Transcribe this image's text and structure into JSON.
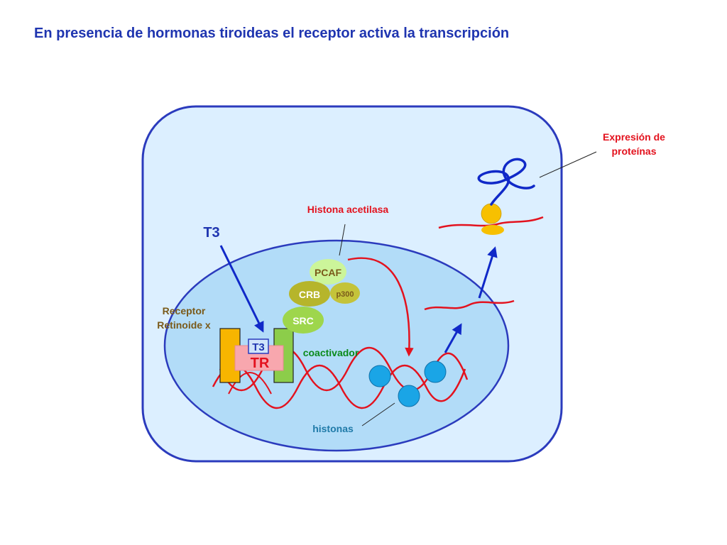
{
  "title": "En presencia de hormonas tiroideas el receptor activa la transcripción",
  "labels": {
    "expresion_line1": "Expresión de",
    "expresion_line2": "proteínas",
    "histona_acetilasa": "Histona acetilasa",
    "t3_outside": "T3",
    "pcaf": "PCAF",
    "crb": "CRB",
    "p300": "p300",
    "src": "SRC",
    "receptor_line1": "Receptor",
    "receptor_line2": "Retinoide x",
    "t3_bound": "T3",
    "tr": "TR",
    "coactivador": "coactivador",
    "histonas": "histonas"
  },
  "colors": {
    "title": "#1f35b0",
    "cell_fill": "#dcefff",
    "cell_stroke": "#2b3bbd",
    "nucleus_fill": "#b2dcf8",
    "dna": "#e3121e",
    "arrow": "#1029c8",
    "red_label": "#e3121e",
    "olive_label": "#7a5a1a",
    "green_label": "#0a8a1a",
    "teal_label": "#1f7aa8",
    "histone": "#1aa5e6",
    "rxr": "#f7b500",
    "tr_box": "#f8a7ae",
    "green_bar": "#8ccd4a",
    "pcaf": "#ccf59a",
    "crb": "#b6b52b",
    "p300": "#c4c33a",
    "src": "#9ed64c",
    "ribosome": "#f7c000"
  }
}
